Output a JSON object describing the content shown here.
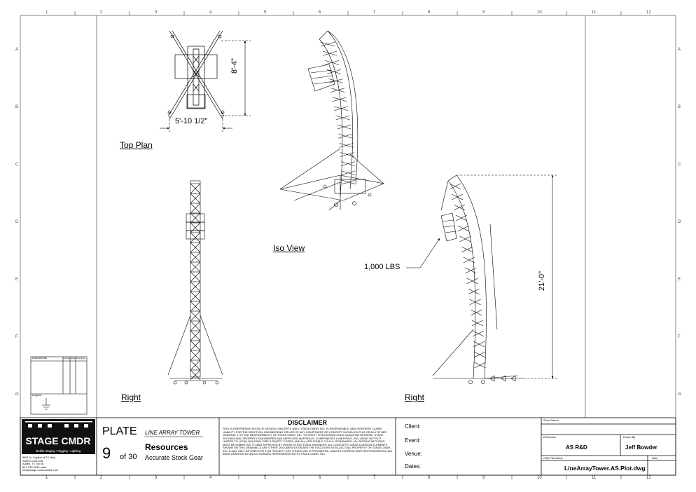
{
  "border": {
    "columns": [
      "1",
      "2",
      "3",
      "4",
      "5",
      "6",
      "7",
      "8",
      "9",
      "10",
      "11",
      "12"
    ],
    "rows": [
      "A",
      "B",
      "C",
      "D",
      "E",
      "F",
      "G"
    ]
  },
  "views": {
    "top_plan": {
      "label": "Top Plan",
      "dim_width": "5'-10 1/2\"",
      "dim_height": "8'-4\""
    },
    "iso": {
      "label": "Iso View"
    },
    "right_front": {
      "label": "Right"
    },
    "right_side": {
      "label": "Right",
      "load": "1,000 LBS",
      "height": "21'-0\""
    }
  },
  "instruments_box": {
    "title": "Instruments",
    "columns": [
      "Quantity",
      "Make",
      "Description"
    ],
    "legend_title": "Legend"
  },
  "logo": {
    "name": "STAGE CMDR",
    "tagline": "Mobile Staging • Rigging • Lighting",
    "address": [
      "3801 N. Capital of TX Hwy",
      "Suite E-240-108",
      "Austin, Tx 78746",
      "512.730.0130 main",
      "info@stage-commandor.com"
    ]
  },
  "plate": {
    "word": "PLATE",
    "title": "LINE ARRAY TOWER",
    "number": "9",
    "of_total": "of 30",
    "resource_title": "Resources",
    "resource_sub": "Accurate Stock Gear"
  },
  "disclaimer": {
    "heading": "DISCLAIMER",
    "text": "THIS IS A REPRESENTATION OF DESIGN CONCEPTS ONLY. STAGE CMDR, INC. IS RESPONSIBLE, AND HEREWITH CLAIMS LIABILITY FOR THE ERECTION, ENGINEERING OR USE OF ANY COMPONENT OR CONCEPT SHOWN ON THIS OR ANY OTHER DRAWING. IT IS THE RESPONSIBILITY OF STAGE CMDR, INC. TO ERECT THIS DESIGN USING QUALIFIED RIGGERS, STAGE TECHNICIANS, PROPERLY ENGINEERED AND APPROVED MATERIALS, COMPONENTS & METHODS, INCLUDING BUT NOT LIMITED TO LOCAL BUILDING, FIRE & SAFETY CODES, AND ALL APPLICABLE O.S.H.A. STANDARDS. ALL RIGGING METHODS MUST BE SUBMITTED TO AND APPROVED BY HOUSE STRUCTURAL ENGINEER. ALL CONCEPTS, IDEAS & DESIGN ELEMENTS SHOWN ON THIS DRAWING & ANY OTHER DOCUMENTATION ARE THE EXCLUSIVE INTELLECTUAL PROPERTY OF STAGE CMDR, INC. & MAY ONLY BE USED FOR THIS PROJECT. ANY OTHER USE IS PROHIBITED, UNLESS EXPRESS WRITTEN PERMISSION HAS BEEN GRANTED BY AN AUTHORIZED REPRESENTATIVE AT STAGE CMDR, INC."
  },
  "client_fields": {
    "client": "Client:",
    "event": "Event:",
    "venue": "Venue:",
    "dates": "Dates:"
  },
  "right_block": {
    "show_name_label": "Show Name",
    "reference_label": "Reference",
    "reference_value": "AS R&D",
    "drawn_by_label": "Drawn By",
    "drawn_by_value": "Jeff Bowder",
    "cad_label": "CAD File Name",
    "cad_value": "LineArrayTower.AS.Plot.dwg",
    "date_label": "Date"
  },
  "colors": {
    "ink": "#000000",
    "paper": "#ffffff",
    "frame": "#666666"
  }
}
